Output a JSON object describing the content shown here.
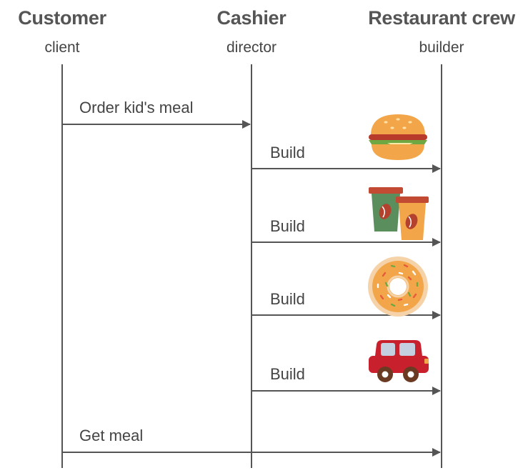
{
  "actors": [
    {
      "title": "Customer",
      "role": "client"
    },
    {
      "title": "Cashier",
      "role": "director"
    },
    {
      "title": "Restaurant crew",
      "role": "builder"
    }
  ],
  "messages": [
    {
      "label": "Order kid's meal",
      "from": "client",
      "to": "director"
    },
    {
      "label": "Build",
      "from": "director",
      "to": "builder",
      "icon": "burger-icon"
    },
    {
      "label": "Build",
      "from": "director",
      "to": "builder",
      "icon": "coffee-cups-icon"
    },
    {
      "label": "Build",
      "from": "director",
      "to": "builder",
      "icon": "donut-icon"
    },
    {
      "label": "Build",
      "from": "director",
      "to": "builder",
      "icon": "toy-car-icon"
    },
    {
      "label": "Get meal",
      "from": "client",
      "to": "builder"
    }
  ],
  "colors": {
    "line": "#555555",
    "text": "#444444"
  }
}
